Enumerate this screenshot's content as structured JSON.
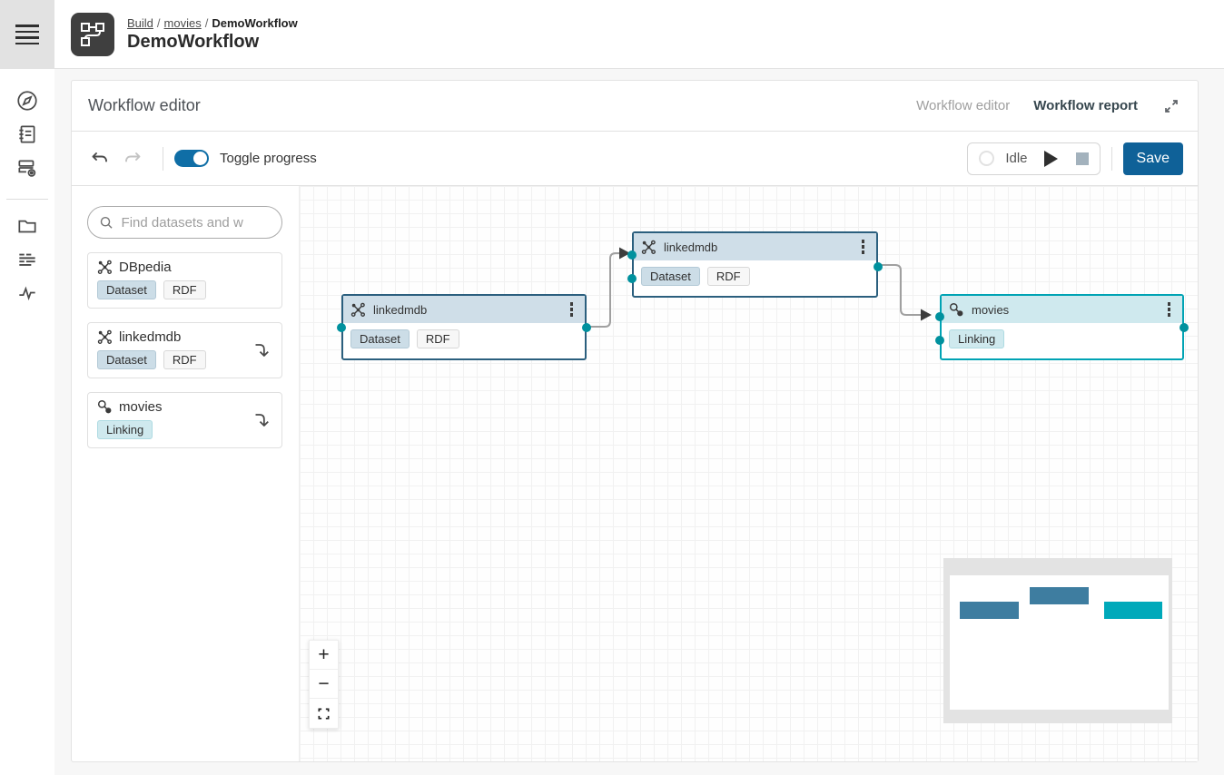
{
  "app": {
    "breadcrumb": {
      "items": [
        "Build",
        "movies"
      ],
      "separator": "/",
      "current": "DemoWorkflow"
    },
    "title": "DemoWorkflow"
  },
  "editor": {
    "title": "Workflow editor",
    "tabs": [
      {
        "label": "Workflow editor",
        "active": false
      },
      {
        "label": "Workflow report",
        "active": true
      }
    ],
    "toolbar": {
      "toggle_label": "Toggle progress",
      "status_label": "Idle",
      "save_label": "Save"
    },
    "palette": {
      "search_placeholder": "Find datasets and w",
      "items": [
        {
          "name": "DBpedia",
          "type": "dataset",
          "tags": [
            "Dataset",
            "RDF"
          ]
        },
        {
          "name": "linkedmdb",
          "type": "dataset",
          "tags": [
            "Dataset",
            "RDF"
          ]
        },
        {
          "name": "movies",
          "type": "linking",
          "tags": [
            "Linking"
          ]
        }
      ]
    },
    "canvas": {
      "nodes": [
        {
          "label": "linkedmdb",
          "type": "dataset",
          "tags": [
            "Dataset",
            "RDF"
          ],
          "selected": false
        },
        {
          "label": "linkedmdb",
          "type": "dataset",
          "tags": [
            "Dataset",
            "RDF"
          ],
          "selected": false
        },
        {
          "label": "movies",
          "type": "linking",
          "tags": [
            "Linking"
          ],
          "selected": true
        }
      ],
      "edges": [
        {
          "from": "linkedmdb-1",
          "to": "linkedmdb-2"
        },
        {
          "from": "linkedmdb-2",
          "to": "movies"
        }
      ]
    },
    "zoom": {
      "zoom_in": "+",
      "zoom_out": "−"
    }
  },
  "colors": {
    "accent_blue": "#0f6198",
    "toggle_blue": "#0f6ea6",
    "node_dataset_border": "#2b5f7e",
    "node_dataset_header": "#cfdee8",
    "node_linking_border": "#00a3b4",
    "node_linking_header": "#cfe9ee",
    "port_teal": "#00919e",
    "minimap_blue": "#3e7da0",
    "minimap_teal": "#00a9ba"
  }
}
